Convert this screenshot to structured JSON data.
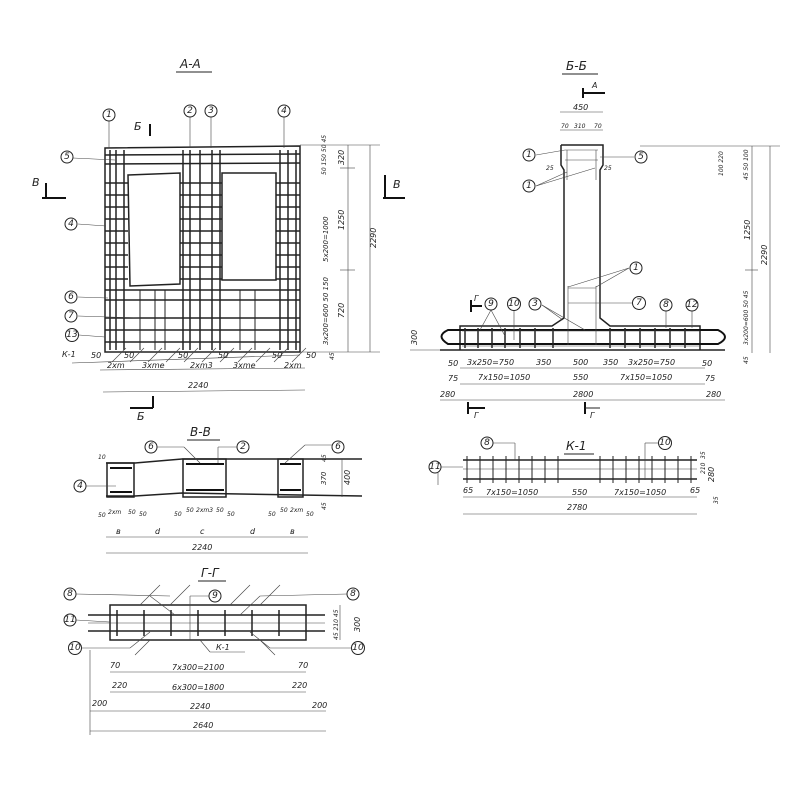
{
  "view_aa": {
    "title": "А-А",
    "section_marks": {
      "b_top": "Б",
      "b_bottom": "Б",
      "v_left": "В",
      "v_right": "В"
    },
    "callouts": [
      "1",
      "2",
      "3",
      "4",
      "5",
      "4",
      "6",
      "7",
      "13"
    ],
    "k1_label": "К-1",
    "right_dims": {
      "total": "2290",
      "mid": "1250",
      "low": "720",
      "top": "320",
      "top_small": "50 150 50 45",
      "mid_spacing": "5х200=1000",
      "low_spacing": "3х200=600 50 150",
      "bottom": "45"
    },
    "bottom_dims": [
      "50",
      "2хm",
      "50",
      "3хme",
      "50",
      "2хm3",
      "50",
      "3хme",
      "50",
      "2хm",
      "50"
    ],
    "total_width": "2240"
  },
  "view_bb": {
    "title": "Б-Б",
    "section_mark_a": "А",
    "section_mark_g": "Г",
    "top_dims": {
      "width": "450",
      "left": "70",
      "mid": "310",
      "right": "70",
      "left_cover": "25",
      "right_cover": "25"
    },
    "callouts": [
      "1",
      "5",
      "1",
      "1",
      "7",
      "8",
      "12",
      "9",
      "10",
      "3"
    ],
    "height_300": "300",
    "right_dims": {
      "total": "2290",
      "mid": "1250",
      "top": "100 220",
      "top_small": "45 50 100",
      "low": "3х200=600 50 45",
      "bottom": "45"
    },
    "row1": [
      "50",
      "3х250=750",
      "350",
      "500",
      "350",
      "3х250=750",
      "50"
    ],
    "row2": [
      "75",
      "7х150=1050",
      "550",
      "7х150=1050",
      "75"
    ],
    "row3": [
      "280",
      "2800",
      "280"
    ],
    "bottom_marks": [
      "Г",
      "Г"
    ]
  },
  "view_vv": {
    "title": "В-В",
    "callouts": [
      "4",
      "6",
      "2",
      "6"
    ],
    "dims_small": [
      "50",
      "2хm",
      "50",
      "50",
      "50",
      "50",
      "2хm3",
      "50",
      "50",
      "50",
      "50",
      "2хm",
      "50"
    ],
    "segments": [
      "в",
      "d",
      "c",
      "d",
      "в"
    ],
    "total": "2240",
    "right_dims": {
      "total": "400",
      "inner": "370",
      "top": "45",
      "bottom": "45"
    },
    "left_top": "10"
  },
  "view_k1": {
    "title": "К-1",
    "callouts": [
      "11",
      "8",
      "10"
    ],
    "dims": [
      "65",
      "7х150=1050",
      "550",
      "7х150=1050",
      "65"
    ],
    "total": "2780",
    "right_dims": {
      "total": "280",
      "inner": "210",
      "top": "35",
      "bottom": "35"
    }
  },
  "view_gg": {
    "title": "Г-Г",
    "callouts": [
      "8",
      "9",
      "8",
      "11",
      "10",
      "10"
    ],
    "k1_label": "К-1",
    "right_dims": {
      "total": "300",
      "inner": "45 210 45"
    },
    "row1": [
      "70",
      "7х300=2100",
      "70"
    ],
    "row2": [
      "220",
      "6х300=1800",
      "220"
    ],
    "row3": [
      "200",
      "2240",
      "200"
    ],
    "row4": [
      "2640"
    ]
  }
}
